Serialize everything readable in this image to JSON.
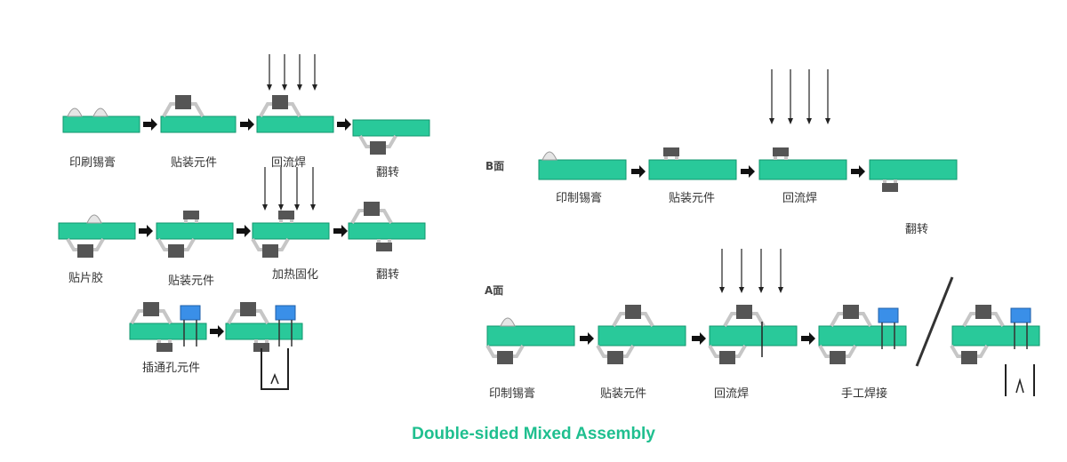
{
  "caption": "Double-sided Mixed Assembly",
  "colors": {
    "board": "#29c99a",
    "board_edge": "#11966e",
    "component": "#555555",
    "lead": "#c6c6c6",
    "through_hole_component": "#3a8fe8",
    "arrow": "#111111",
    "caption": "#1fbf8f"
  },
  "left_panel": {
    "row1": [
      "印刷锡膏",
      "贴装元件",
      "回流焊",
      "翻转"
    ],
    "row2": [
      "贴片胶",
      "贴装元件",
      "加热固化",
      "翻转"
    ],
    "row3": [
      "插通孔元件"
    ]
  },
  "right_panel": {
    "side_b": {
      "label": "B面",
      "steps": [
        "印制锡膏",
        "贴装元件",
        "回流焊",
        "翻转"
      ]
    },
    "side_a": {
      "label": "A面",
      "steps": [
        "印制锡膏",
        "贴装元件",
        "回流焊",
        "手工焊接"
      ]
    }
  }
}
